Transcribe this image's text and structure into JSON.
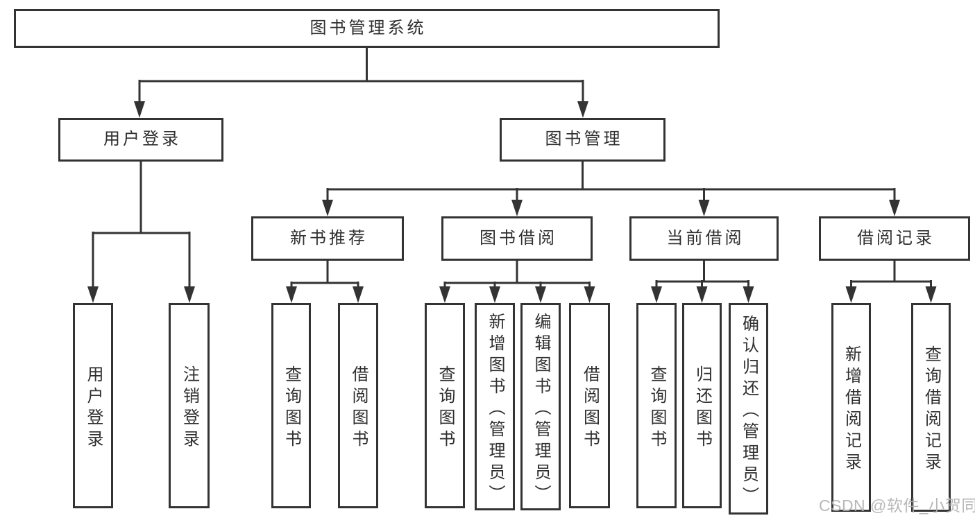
{
  "diagram": {
    "title": "图书管理系统",
    "type": "functional-structure-tree"
  },
  "nodes": {
    "root": {
      "label": "图书管理系统"
    },
    "user_login": {
      "label": "用户登录"
    },
    "book_mgmt": {
      "label": "图书管理"
    },
    "new_book": {
      "label": "新书推荐"
    },
    "borrow": {
      "label": "图书借阅"
    },
    "current": {
      "label": "当前借阅"
    },
    "records": {
      "label": "借阅记录"
    },
    "leaf_login": {
      "label": "用户登录"
    },
    "leaf_logout": {
      "label": "注销登录"
    },
    "leaf_nb_query": {
      "label": "查询图书"
    },
    "leaf_nb_borrow": {
      "label": "借阅图书"
    },
    "leaf_bb_query": {
      "label": "查询图书"
    },
    "leaf_bb_add": {
      "label": "新增图书（管理员）"
    },
    "leaf_bb_edit": {
      "label": "编辑图书（管理员）"
    },
    "leaf_bb_borrow": {
      "label": "借阅图书"
    },
    "leaf_cb_query": {
      "label": "查询图书"
    },
    "leaf_cb_return": {
      "label": "归还图书"
    },
    "leaf_cb_confirm": {
      "label": "确认归还（管理员）"
    },
    "leaf_br_add": {
      "label": "新增借阅记录"
    },
    "leaf_br_query": {
      "label": "查询借阅记录"
    }
  },
  "hierarchy": {
    "图书管理系统": {
      "用户登录": [
        "用户登录",
        "注销登录"
      ],
      "图书管理": {
        "新书推荐": [
          "查询图书",
          "借阅图书"
        ],
        "图书借阅": [
          "查询图书",
          "新增图书（管理员）",
          "编辑图书（管理员）",
          "借阅图书"
        ],
        "当前借阅": [
          "查询图书",
          "归还图书",
          "确认归还（管理员）"
        ],
        "借阅记录": [
          "新增借阅记录",
          "查询借阅记录"
        ]
      }
    }
  },
  "watermark": {
    "text": "CSDN @软件_小贺同学"
  },
  "colors": {
    "line": "#333333",
    "box_border": "#333333",
    "text": "#2f2f2f",
    "background": "#ffffff",
    "watermark": "#b0b0b0"
  }
}
